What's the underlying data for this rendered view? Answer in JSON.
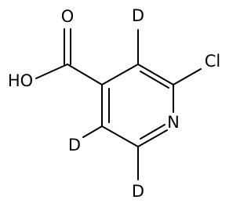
{
  "molecule": {
    "atoms": {
      "carbonyl_oxygen": "O",
      "hydroxyl": "HO",
      "chlorine": "Cl",
      "ring_nitrogen": "N",
      "deuterium_c3": "D",
      "deuterium_c5": "D",
      "deuterium_c6": "D"
    }
  }
}
